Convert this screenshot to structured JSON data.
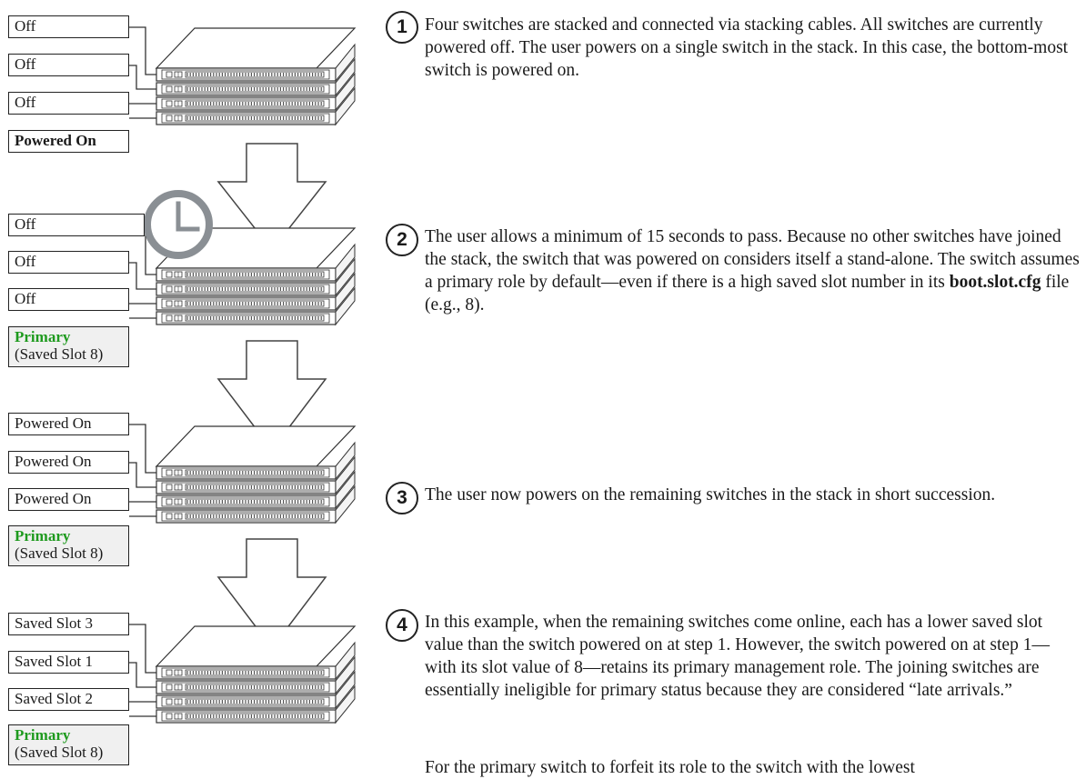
{
  "stages": [
    {
      "labels": [
        {
          "text": "Off"
        },
        {
          "text": "Off"
        },
        {
          "text": "Off"
        },
        {
          "text": "Powered On",
          "bold": true
        }
      ]
    },
    {
      "labels": [
        {
          "text": "Off"
        },
        {
          "text": "Off"
        },
        {
          "text": "Off"
        },
        {
          "primary": "Primary",
          "sub": "(Saved Slot 8)"
        }
      ]
    },
    {
      "labels": [
        {
          "text": "Powered On"
        },
        {
          "text": "Powered On"
        },
        {
          "text": "Powered On"
        },
        {
          "primary": "Primary",
          "sub": "(Saved Slot 8)"
        }
      ]
    },
    {
      "labels": [
        {
          "text": "Saved Slot 3"
        },
        {
          "text": "Saved Slot 1"
        },
        {
          "text": "Saved Slot 2"
        },
        {
          "primary": "Primary",
          "sub": "(Saved Slot 8)"
        }
      ]
    }
  ],
  "steps": [
    {
      "number": "1",
      "text": "Four switches are stacked and connected via stacking cables. All switches are currently powered off. The user powers on a single switch in the stack. In this case, the bottom-most switch is powered on."
    },
    {
      "number": "2",
      "text_before": "The user allows a minimum of 15 seconds to pass. Because no other switches have joined the stack, the switch that was powered on considers itself a stand-alone. The switch assumes a primary role by default—even if there is a high saved slot number in its ",
      "bold": "boot.slot.cfg",
      "text_after": " file (e.g., 8)."
    },
    {
      "number": "3",
      "text": "The user now powers on the remaining switches in the stack in short succession."
    },
    {
      "number": "4",
      "text": "In this example, when the remaining switches come online, each has a lower saved slot value than the switch powered on at step 1. However, the switch powered on at step 1—with its slot value of 8—retains its primary management role. The joining switches are essentially ineligible for primary status because they are considered “late arrivals.”"
    },
    {
      "text": "For the primary switch to forfeit its role to the switch with the lowest"
    }
  ],
  "colors": {
    "primary_text": "#1e9a1e",
    "label_bg_primary": "#f0f0f0",
    "arrow_fill": "#ffffff"
  },
  "icons": {
    "timer": "clock-icon",
    "stack": "switch-stack"
  }
}
